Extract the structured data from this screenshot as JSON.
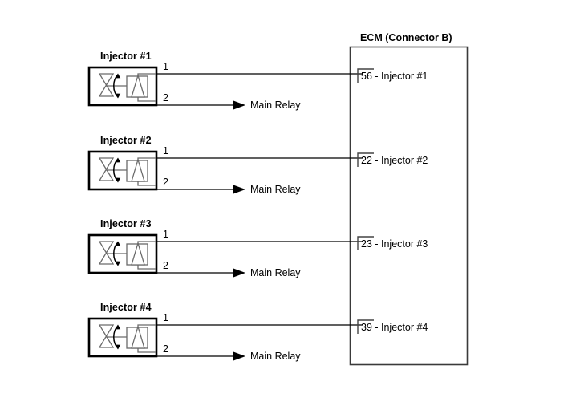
{
  "diagram": {
    "title_ecm": "ECM (Connector B)",
    "relay_label": "Main Relay",
    "terminal_1": "1",
    "terminal_2": "2",
    "separator": " - ",
    "injectors": [
      {
        "name": "Injector #1",
        "ecm_pin": "56",
        "ecm_pin_label": "56 - Injector #1",
        "relay": "Main Relay",
        "pin1": "1",
        "pin2": "2"
      },
      {
        "name": "Injector #2",
        "ecm_pin": "22",
        "ecm_pin_label": "22 - Injector #2",
        "relay": "Main Relay",
        "pin1": "1",
        "pin2": "2"
      },
      {
        "name": "Injector #3",
        "ecm_pin": "23",
        "ecm_pin_label": "23 - Injector #3",
        "relay": "Main Relay",
        "pin1": "1",
        "pin2": "2"
      },
      {
        "name": "Injector #4",
        "ecm_pin": "39",
        "ecm_pin_label": "39 - Injector #4",
        "relay": "Main Relay",
        "pin1": "1",
        "pin2": "2"
      }
    ],
    "colors": {
      "background": "#ffffff",
      "wire": "#000000",
      "box_border": "#000000",
      "symbol_outline": "#555555",
      "ecm_border": "#3a3a3a",
      "text": "#000000"
    }
  }
}
